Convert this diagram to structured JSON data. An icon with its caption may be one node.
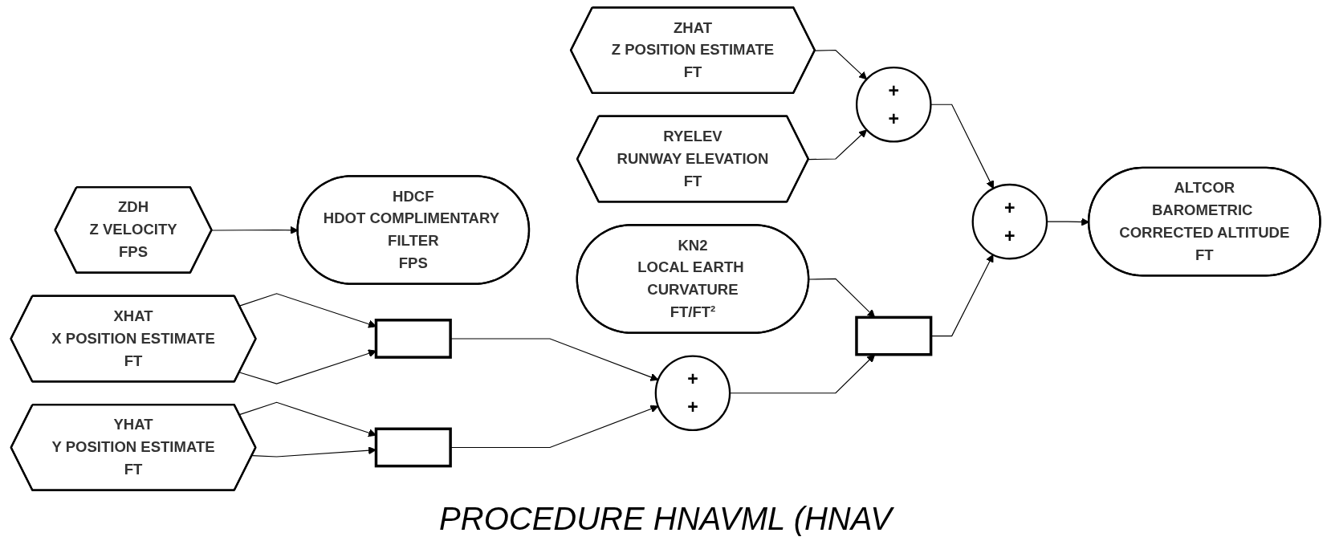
{
  "diagram": {
    "title": "PROCEDURE HNAVML (HNAV",
    "nodes": [
      {
        "text": [
          "ZDH",
          "Z VELOCITY",
          "FPS"
        ]
      },
      {
        "text": [
          "HDCF",
          "HDOT COMPLIMENTARY FILTER",
          "FPS"
        ]
      },
      {
        "text": [
          "ZHAT",
          "Z POSITION ESTIMATE",
          "FT"
        ]
      },
      {
        "text": [
          "RYELEV",
          "RUNWAY ELEVATION",
          "FT"
        ]
      },
      {
        "text": [
          "+",
          "+"
        ]
      },
      {
        "text": [
          "KN2",
          "LOCAL EARTH CURVATURE",
          "FT/FT²"
        ]
      },
      {
        "text": [],
        "shape": "box"
      },
      {
        "text": [
          "+",
          "+"
        ]
      },
      {
        "text": [
          "ALTCOR",
          "BAROMETRIC CORRECTED ALTITUDE",
          "FT"
        ]
      },
      {
        "text": [
          "XHAT",
          "X POSITION ESTIMATE",
          "FT"
        ]
      },
      {
        "text": [],
        "shape": "box"
      },
      {
        "text": [
          "+",
          "+"
        ]
      },
      {
        "text": [
          "YHAT",
          "Y POSITION ESTIMATE",
          "FT"
        ]
      },
      {
        "text": [],
        "shape": "box"
      }
    ],
    "edges": [
      {
        "from": 0,
        "to": 1,
        "arrow": "to"
      },
      {
        "from": 2,
        "to": 4,
        "arrow": "to"
      },
      {
        "from": 3,
        "to": 4,
        "arrow": "to"
      },
      {
        "from": 4,
        "to": 7,
        "arrow": "to"
      },
      {
        "from": 5,
        "to": 6,
        "arrow": "to"
      },
      {
        "from": 6,
        "to": 7,
        "arrow": "to"
      },
      {
        "from": 7,
        "to": 8,
        "arrow": "to"
      },
      {
        "from": 9,
        "to": 10,
        "arrow": "to"
      },
      {
        "from": 9,
        "to": 10,
        "arrow": "to"
      },
      {
        "from": 10,
        "to": 11,
        "arrow": "to"
      },
      {
        "from": 12,
        "to": 13,
        "arrow": "to"
      },
      {
        "from": 12,
        "to": 13,
        "arrow": "to"
      },
      {
        "from": 13,
        "to": 11,
        "arrow": "to"
      },
      {
        "from": 11,
        "to": 6,
        "arrow": "to"
      }
    ]
  }
}
